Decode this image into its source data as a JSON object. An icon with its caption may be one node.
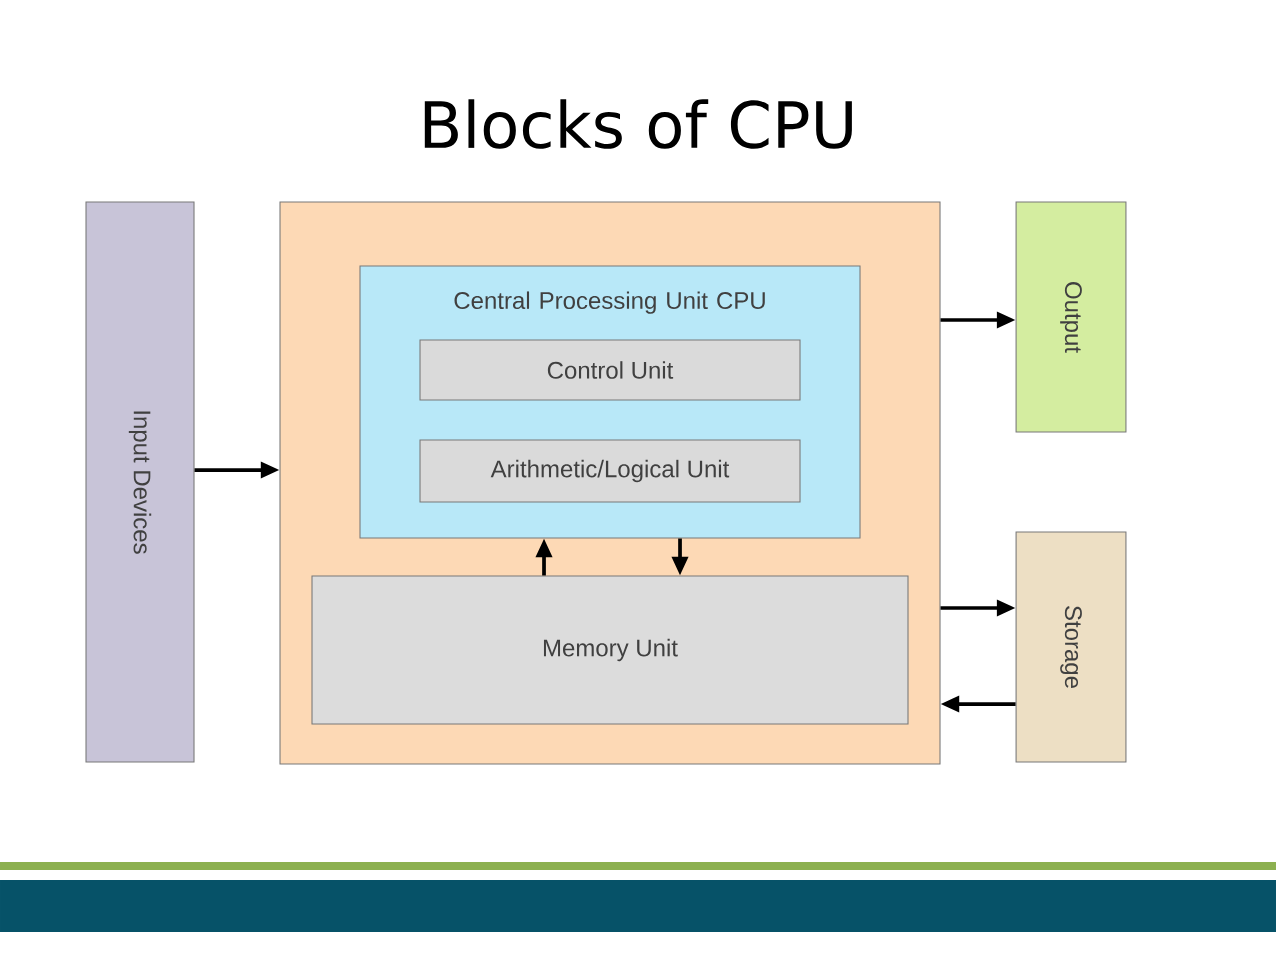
{
  "diagram": {
    "title": "Blocks of CPU",
    "nodes": [
      {
        "text": [
          "Input Devices"
        ]
      },
      {
        "text": [],
        "shape": "box"
      },
      {
        "text": [
          "Central Processing Unit CPU"
        ],
        "in": 1
      },
      {
        "text": [
          "Control Unit"
        ],
        "in": 2
      },
      {
        "text": [
          "Arithmetic/Logical Unit"
        ],
        "in": 2
      },
      {
        "text": [
          "Memory Unit"
        ],
        "in": 1
      },
      {
        "text": [
          "Output"
        ]
      },
      {
        "text": [
          "Storage"
        ]
      }
    ],
    "edges": [
      {
        "from": 0,
        "to": 1,
        "arrow": "to"
      },
      {
        "from": 5,
        "to": 2,
        "arrow": "to"
      },
      {
        "from": 2,
        "to": 5,
        "arrow": "to"
      },
      {
        "from": 1,
        "to": 6,
        "arrow": "to"
      },
      {
        "from": 1,
        "to": 7,
        "arrow": "to"
      },
      {
        "from": 7,
        "to": 1,
        "arrow": "to"
      }
    ]
  }
}
